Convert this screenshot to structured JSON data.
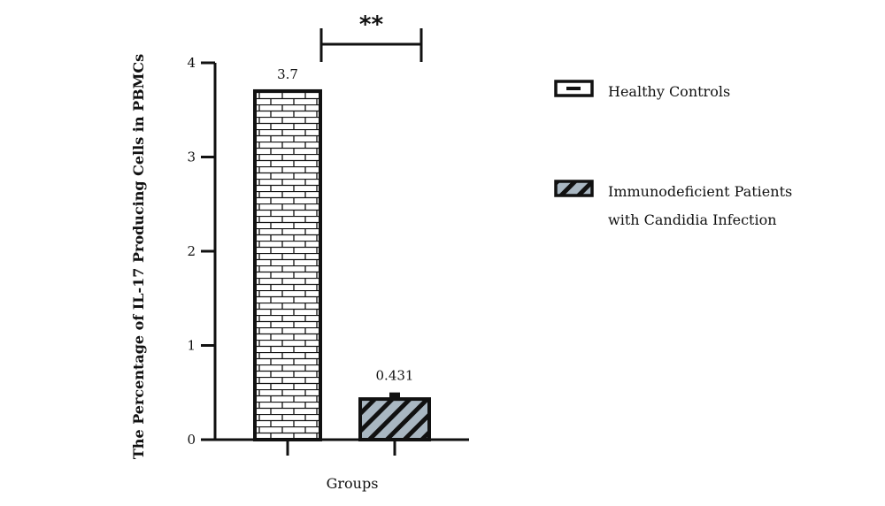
{
  "chart_data": {
    "type": "bar",
    "categories": [
      "Healthy Controls",
      "Immunodeficient Patients with Candidia Infection"
    ],
    "values": [
      3.7,
      0.431
    ],
    "errors": [
      0,
      0.07
    ],
    "data_labels": [
      "3.7",
      "0.431"
    ],
    "title": "",
    "xlabel": "Groups",
    "ylabel": "The Percentage of IL-17 Producing Cells in PBMCs",
    "ylim": [
      0,
      4
    ],
    "yticks": [
      0,
      1,
      2,
      3,
      4
    ],
    "ytick_labels": [
      "0",
      "1",
      "2",
      "3",
      "4"
    ],
    "grid": false,
    "legend": {
      "placement": "right",
      "entries": [
        {
          "lines": [
            "Healthy Controls"
          ],
          "pattern": "brick"
        },
        {
          "lines": [
            "Immunodeficient Patients",
            "with Candidia Infection"
          ],
          "pattern": "diagonal-stripes"
        }
      ]
    },
    "significance": {
      "label": "**",
      "between": [
        0,
        1
      ]
    },
    "colors": {
      "axis": "#111111",
      "bar_fill": "#ffffff",
      "stripe_fill": "#a9b7c2",
      "stripe_line": "#111111"
    }
  }
}
